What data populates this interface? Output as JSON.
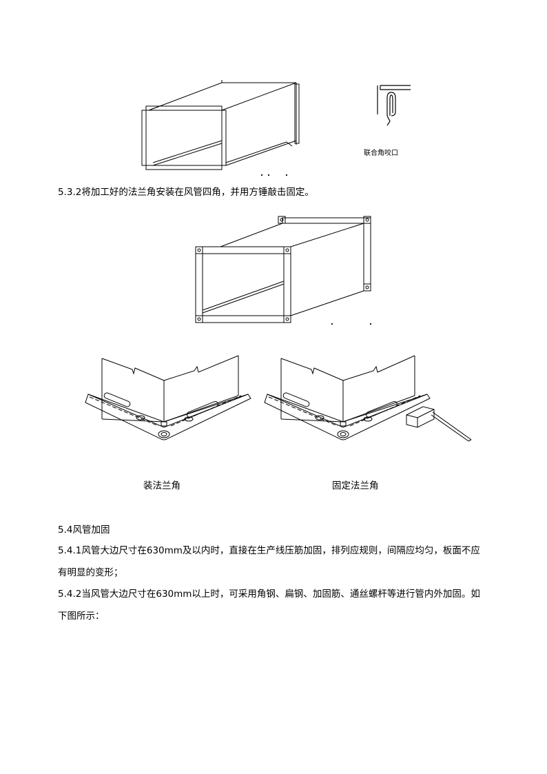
{
  "figures": {
    "seam_label": "联合角咬口",
    "caption_install": "装法兰角",
    "caption_fix": "固定法兰角"
  },
  "paragraphs": {
    "p532": "5.3.2将加工好的法兰角安装在风管四角，并用方锤敲击固定。",
    "p54": "5.4风管加固",
    "p541_line1": "5.4.1风管大边尺寸在630mm及以内时，直接在生产线压筋加固，排列应规则，间隔应均匀，板面不应",
    "p541_line2": "有明显的变形；",
    "p542_line1": "5.4.2当风管大边尺寸在630mm以上时，可采用角钢、扁钢、加固筋、通丝螺杆等进行管内外加固。如",
    "p542_line2": "下图所示："
  }
}
